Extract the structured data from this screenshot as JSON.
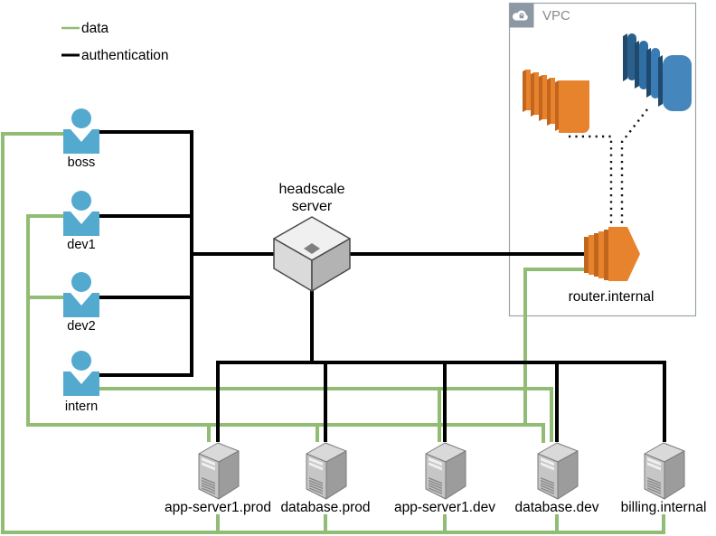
{
  "legend": {
    "data_label": "data",
    "auth_label": "authentication"
  },
  "users": [
    {
      "label": "boss"
    },
    {
      "label": "dev1"
    },
    {
      "label": "dev2"
    },
    {
      "label": "intern"
    }
  ],
  "hub": {
    "label_line1": "headscale",
    "label_line2": "server"
  },
  "vpc": {
    "title": "VPC",
    "router_label": "router.internal"
  },
  "servers": [
    {
      "label": "app-server1.prod"
    },
    {
      "label": "database.prod"
    },
    {
      "label": "app-server1.dev"
    },
    {
      "label": "database.dev"
    },
    {
      "label": "billing.internal"
    }
  ],
  "colors": {
    "data_line": "#90BC74",
    "auth_line": "#000000",
    "user_icon": "#54A9CE",
    "aws_orange": "#E8832D",
    "aws_orange_dark": "#C2661E",
    "aws_blue": "#3578B3",
    "vpc_header": "#8C98A3"
  }
}
